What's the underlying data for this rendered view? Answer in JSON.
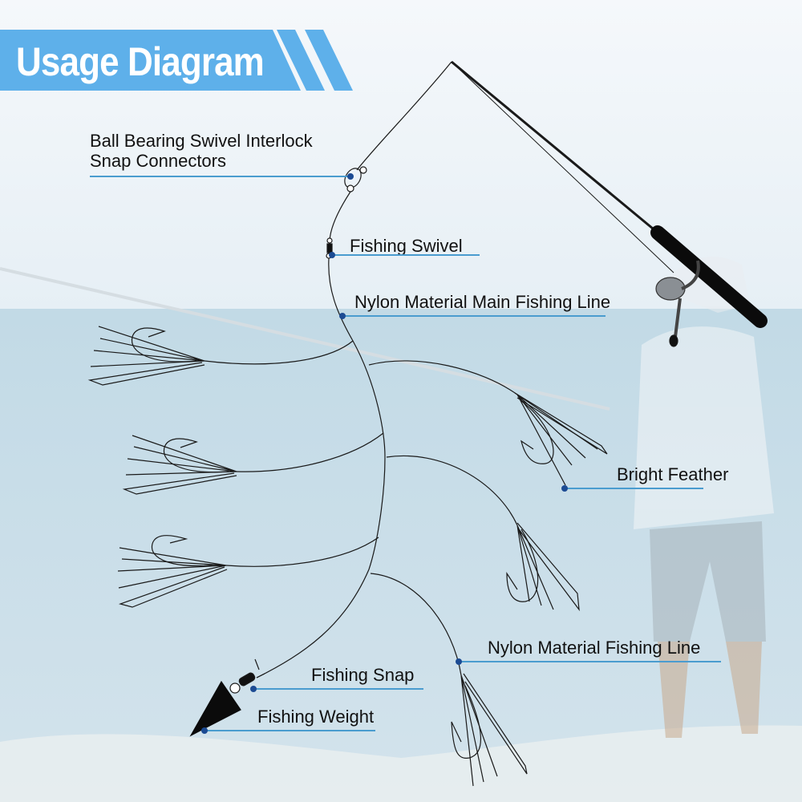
{
  "title": "Usage Diagram",
  "colors": {
    "banner": "#5eb0ea",
    "leader_line": "#4a9ccf",
    "anchor_dot": "#1c4b93",
    "sea": "#bcd6e3",
    "sky": "#f3f7fa"
  },
  "labels": {
    "swivel_connectors_line1": "Ball Bearing Swivel Interlock",
    "swivel_connectors_line2": "Snap Connectors",
    "fishing_swivel": "Fishing Swivel",
    "main_line": "Nylon Material Main Fishing Line",
    "bright_feather": "Bright Feather",
    "fishing_line": "Nylon Material Fishing Line",
    "fishing_snap": "Fishing Snap",
    "fishing_weight": "Fishing Weight"
  }
}
